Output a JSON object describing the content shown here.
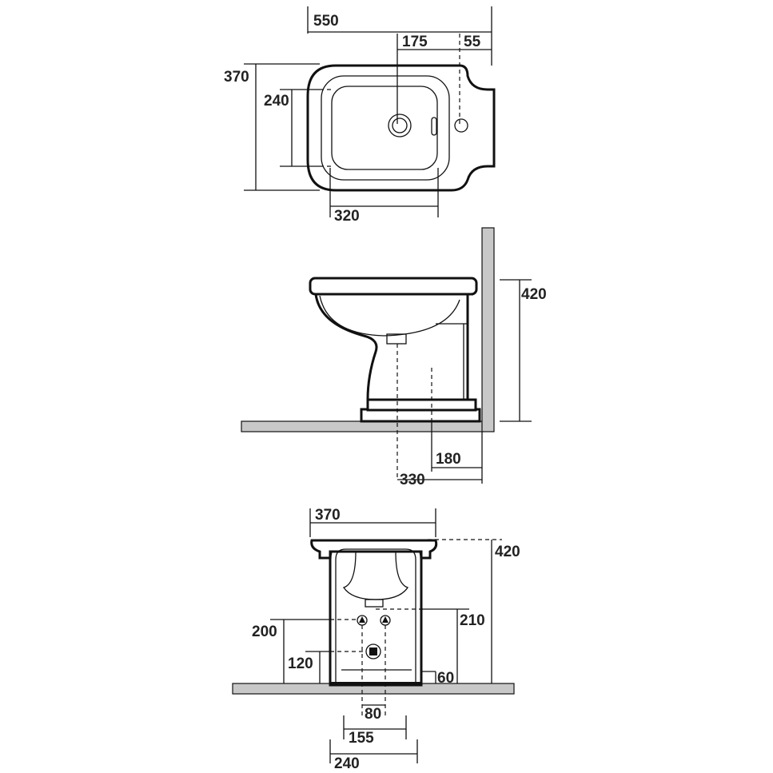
{
  "top_view": {
    "width": "550",
    "drain_offset": "175",
    "tap_offset": "55",
    "depth": "370",
    "basin_depth": "240",
    "basin_width": "320"
  },
  "side_view": {
    "height": "420",
    "drain_from_wall": "180",
    "waste_from_wall": "330"
  },
  "front_view": {
    "width": "370",
    "height": "420",
    "inlet_height": "200",
    "overflow_height": "210",
    "waste_height": "120",
    "base_height": "60",
    "inlet_spacing": "80",
    "span_155": "155",
    "base_width": "240"
  }
}
